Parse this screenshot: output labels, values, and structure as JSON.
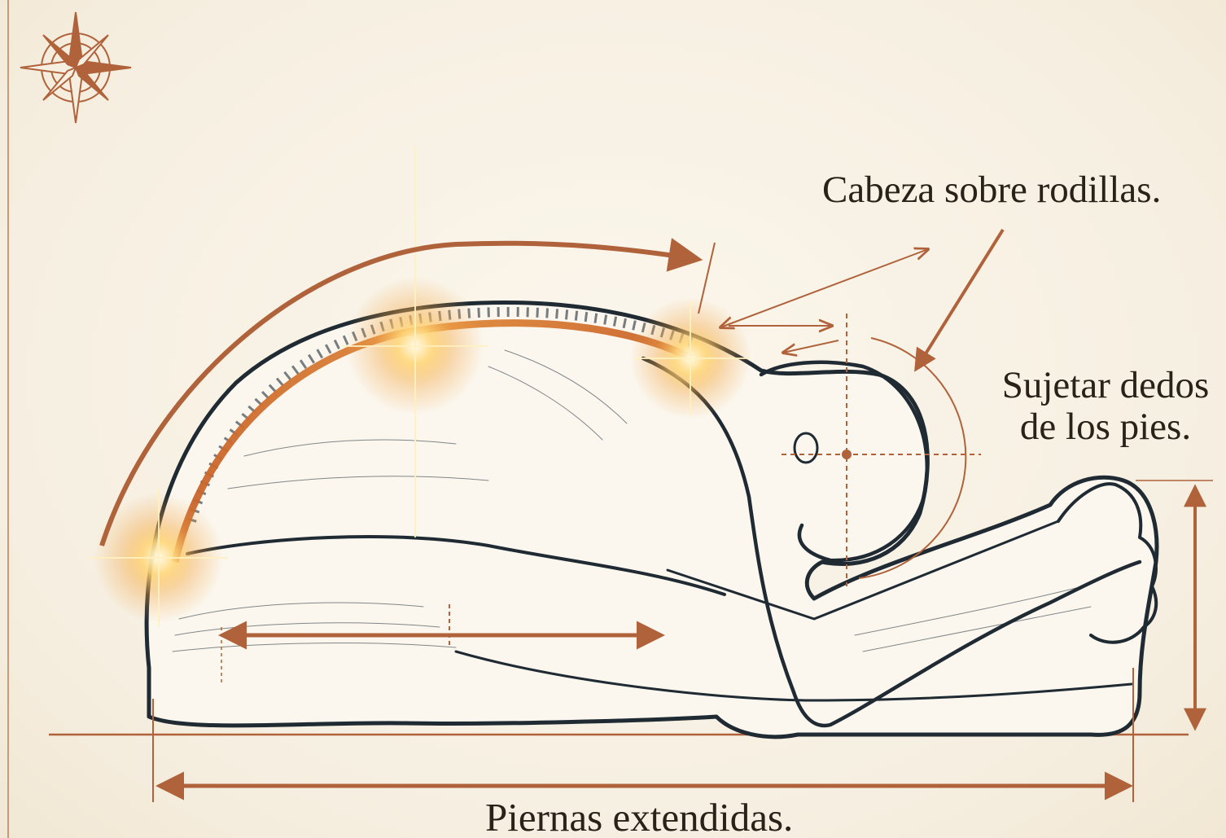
{
  "annotations": {
    "head_on_knees": "Cabeza sobre rodillas.",
    "hold_toes_line1": "Sujetar dedos",
    "hold_toes_line2": "de los pies.",
    "legs_extended": "Piernas extendidas."
  },
  "icons": {
    "compass": "compass-rose-icon"
  },
  "colors": {
    "background": "#f8f2e6",
    "accent": "#b0623a",
    "outline": "#1f2a33",
    "glow": "#f4b54a",
    "text": "#2a2118"
  }
}
